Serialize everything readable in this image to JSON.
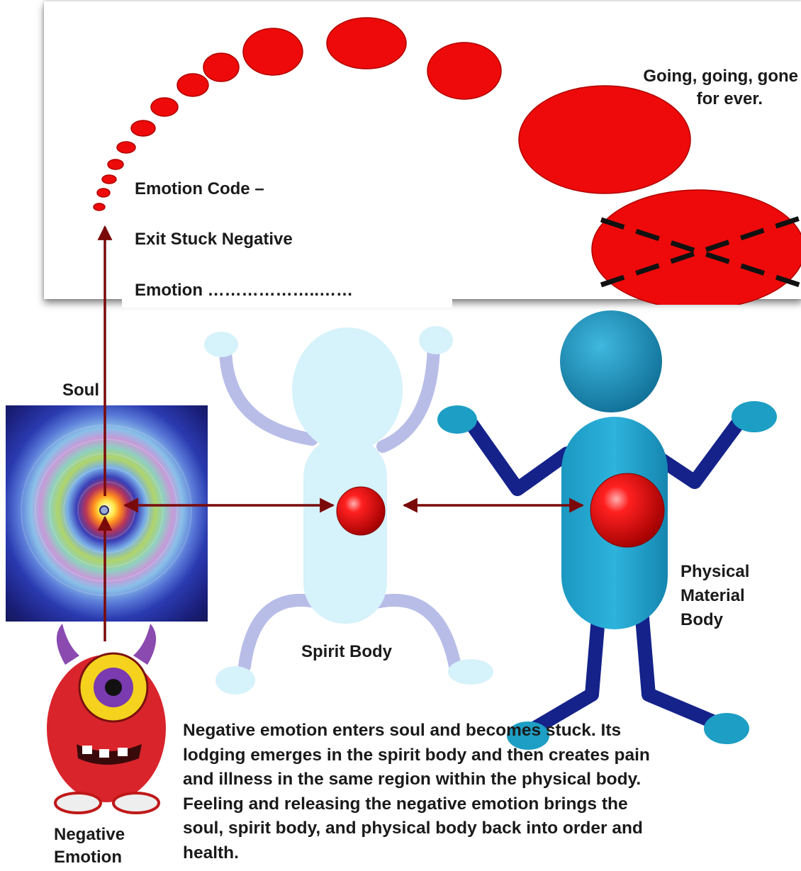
{
  "panel": {
    "going_line1": "Going, going, gone",
    "going_line2": "for ever.",
    "code_line1": "Emotion Code –",
    "code_line2": "Exit Stuck Negative",
    "code_line3": "Emotion ………………..……"
  },
  "labels": {
    "soul": "Soul",
    "spirit_body": "Spirit Body",
    "physical_line1": "Physical",
    "physical_line2": "Material",
    "physical_line3": "Body",
    "negative_line1": "Negative",
    "negative_line2": "Emotion"
  },
  "caption": {
    "line1": "Negative emotion enters soul and becomes stuck.  Its",
    "line2": "lodging emerges in the spirit body and then creates pain",
    "line3": "and illness in the same region within the physical body.",
    "line4": "Feeling and releasing the negative emotion brings the",
    "line5": "soul, spirit body, and physical body back into order and",
    "line6": "health."
  },
  "colors": {
    "bubble": "#ee0a0a",
    "arrow": "#7a0a0a",
    "spirit": "#d6f2fb",
    "spirit_limb": "#b8bde8",
    "physical": "#1d9ec4",
    "physical_limb": "#14228a",
    "monster": "#d9242c"
  }
}
